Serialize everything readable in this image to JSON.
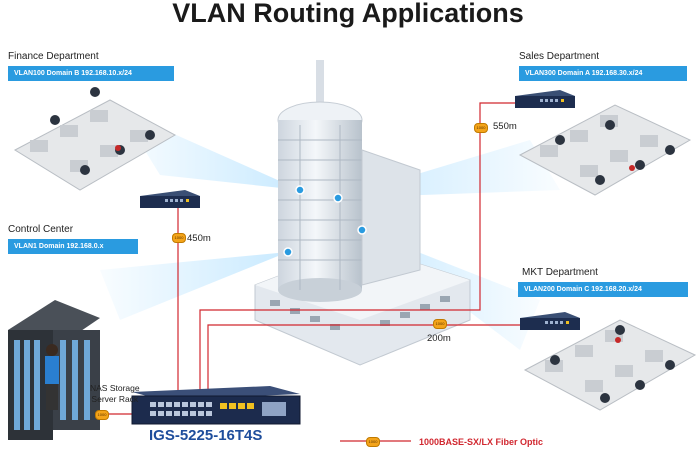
{
  "title": "VLAN Routing Applications",
  "departments": [
    {
      "name": "Finance Department",
      "vlan": "VLAN100 Domain B 192.168.10.x/24"
    },
    {
      "name": "Sales Department",
      "vlan": "VLAN300 Domain A 192.168.30.x/24"
    },
    {
      "name": "Control Center",
      "vlan": "VLAN1 Domain 192.168.0.x"
    },
    {
      "name": "MKT Department",
      "vlan": "VLAN200 Domain C 192.168.20.x/24"
    }
  ],
  "links": {
    "finance_distance": "450m",
    "sales_distance": "550m",
    "mkt_distance": "200m",
    "badge_text": "1000"
  },
  "nas_label_line1": "NAS Storage",
  "nas_label_line2": "Server Rack",
  "switch_model": "IGS-5225-16T4S",
  "legend": {
    "label": "1000BASE-SX/LX Fiber Optic"
  },
  "colors": {
    "fiber": "#d1272f",
    "vlan_box": "#2a9be0",
    "model_text": "#1f4e9c",
    "badge": "#f4a41a",
    "accent_sheen": "#bfe6ff"
  }
}
